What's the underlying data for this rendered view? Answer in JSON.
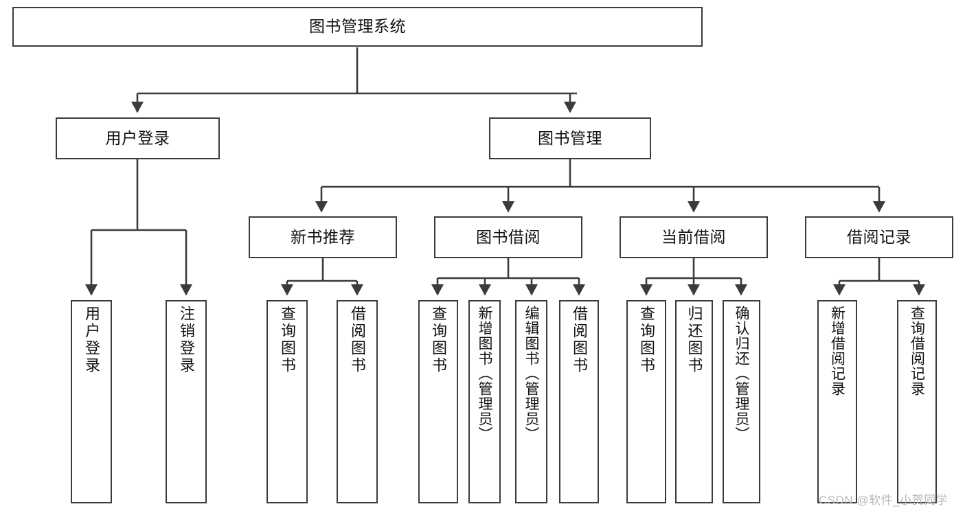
{
  "diagram": {
    "type": "tree-hierarchy",
    "title": "图书管理系统",
    "orientation": "top-down",
    "colors": {
      "box_border": "#3b3b3b",
      "box_fill": "#ffffff",
      "edge": "#3b3b3b",
      "text": "#111111",
      "watermark": "#b9b9b9",
      "background": "#ffffff"
    }
  },
  "nodes": {
    "root": {
      "label": "图书管理系统"
    },
    "level1": [
      {
        "id": "user-login",
        "label": "用户登录"
      },
      {
        "id": "book-manage",
        "label": "图书管理"
      }
    ],
    "level2": [
      {
        "id": "new-book-recommend",
        "label": "新书推荐"
      },
      {
        "id": "book-borrow",
        "label": "图书借阅"
      },
      {
        "id": "current-borrow",
        "label": "当前借阅"
      },
      {
        "id": "borrow-record",
        "label": "借阅记录"
      }
    ],
    "leaves": {
      "user_login": [
        {
          "id": "leaf-user-login",
          "label": "用户登录"
        },
        {
          "id": "leaf-logout-login",
          "label": "注销登录"
        }
      ],
      "new_book_recommend": [
        {
          "id": "leaf-query-book-1",
          "label": "查询图书"
        },
        {
          "id": "leaf-borrow-book-1",
          "label": "借阅图书"
        }
      ],
      "book_borrow": [
        {
          "id": "leaf-query-book-2",
          "label": "查询图书"
        },
        {
          "id": "leaf-add-book",
          "label": "新增图书（管理员）"
        },
        {
          "id": "leaf-edit-book",
          "label": "编辑图书（管理员）"
        },
        {
          "id": "leaf-borrow-book-2",
          "label": "借阅图书"
        }
      ],
      "current_borrow": [
        {
          "id": "leaf-query-book-3",
          "label": "查询图书"
        },
        {
          "id": "leaf-return-book",
          "label": "归还图书"
        },
        {
          "id": "leaf-confirm-return",
          "label": "确认归还（管理员）"
        }
      ],
      "borrow_record": [
        {
          "id": "leaf-add-borrow-record",
          "label": "新增借阅记录"
        },
        {
          "id": "leaf-query-borrow-record",
          "label": "查询借阅记录"
        }
      ]
    }
  },
  "watermark": {
    "text": "CSDN @软件_小贺同学"
  }
}
